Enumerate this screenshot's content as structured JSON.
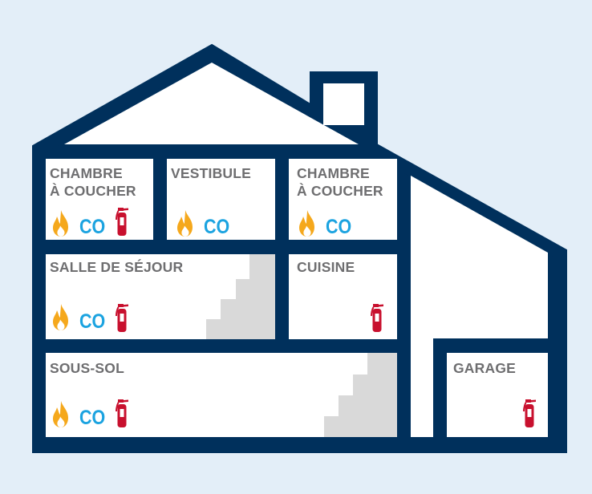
{
  "colors": {
    "background": "#e3eef8",
    "house_outline": "#00305c",
    "room_fill": "#ffffff",
    "stairs": "#d9d9d9",
    "room_label": "#6e6e70",
    "co_text": "#1ba3e0",
    "smoke_flame": "#f5a81c",
    "extinguisher": "#c8102e"
  },
  "co_label": "CO",
  "rooms": [
    {
      "label": "CHAMBRE\nÀ COUCHER",
      "icons": [
        "flame-icon",
        "co-label",
        "fire-extinguisher-icon"
      ]
    },
    {
      "label": "VESTIBULE",
      "icons": [
        "flame-icon",
        "co-label"
      ]
    },
    {
      "label": "CHAMBRE\nÀ COUCHER",
      "icons": [
        "flame-icon",
        "co-label"
      ]
    },
    {
      "label": "SALLE DE SÉJOUR",
      "icons": [
        "flame-icon",
        "co-label",
        "fire-extinguisher-icon"
      ]
    },
    {
      "label": "CUISINE",
      "icons": [
        "fire-extinguisher-icon"
      ]
    },
    {
      "label": "SOUS-SOL",
      "icons": [
        "flame-icon",
        "co-label",
        "fire-extinguisher-icon"
      ]
    },
    {
      "label": "GARAGE",
      "icons": [
        "fire-extinguisher-icon"
      ]
    }
  ]
}
